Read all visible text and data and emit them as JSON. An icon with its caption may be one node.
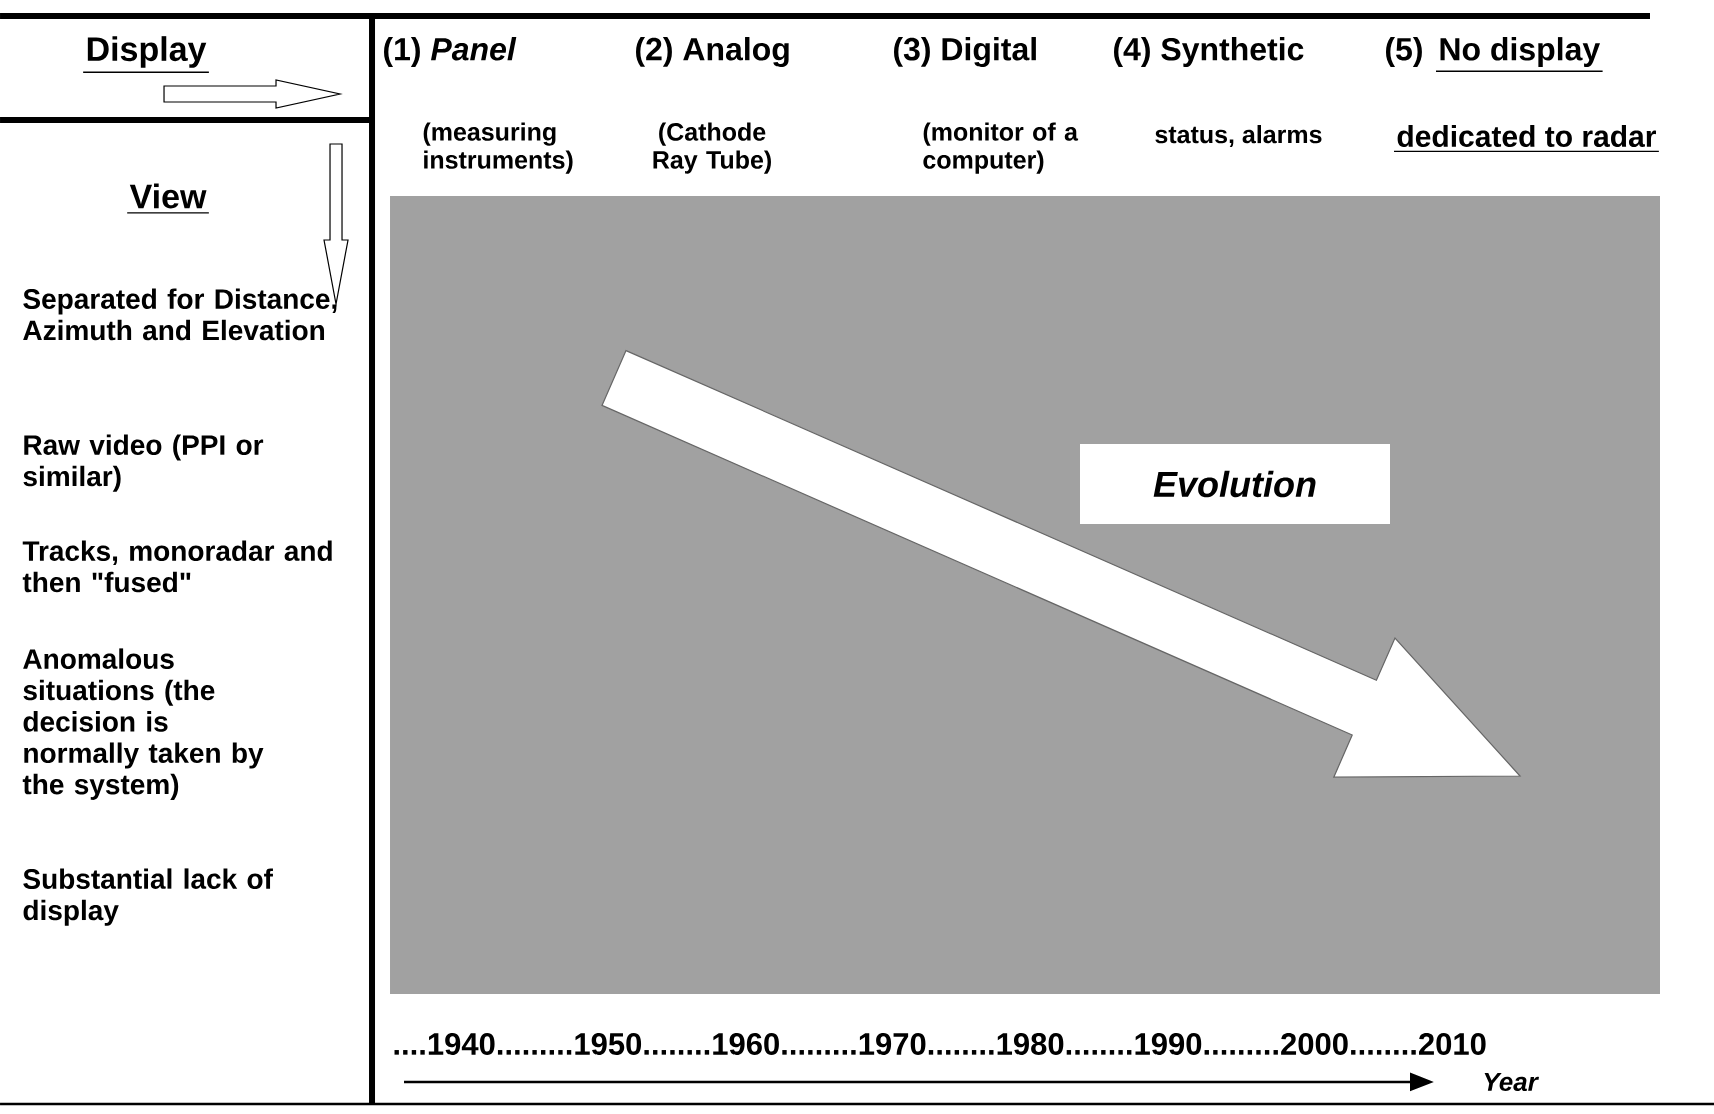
{
  "diagram": {
    "nodes": [
      {
        "text": [],
        "shape": "box"
      },
      {
        "text": [
          "*Evolution*"
        ],
        "in": 0
      }
    ],
    "labels": [
      "Display",
      "(1) *Panel*",
      "(2) Analog",
      "(3) Digital",
      "(4) Synthetic",
      "(5)",
      "No display",
      "(measuring instruments)",
      "(Cathode Ray Tube)",
      "(monitor of a computer)",
      "status, alarms",
      "dedicated to radar",
      "View",
      "Separated for Distance, Azimuth and Elevation",
      "Raw video (PPI or similar)",
      "Tracks, monoradar and then \"fused\"",
      "Anomalous situations (the decision is normally taken by the system)",
      "Substantial lack of display",
      "....1940.........1950........1960.........1970........1980........1990.........2000........2010",
      "*Year*"
    ]
  }
}
